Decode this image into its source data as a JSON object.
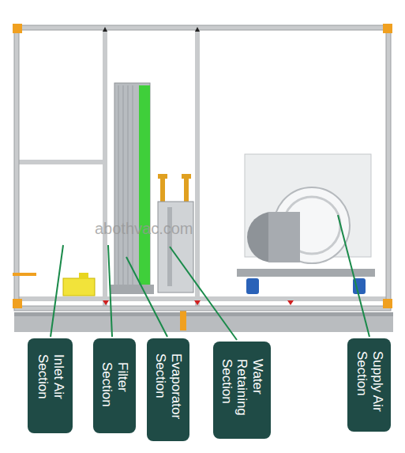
{
  "diagram": {
    "nodes": [
      {
        "text": [
          "Inlet Air Section"
        ]
      },
      {
        "text": [
          "Filter Section"
        ]
      },
      {
        "text": [
          "Evaporator Section"
        ]
      },
      {
        "text": [
          "Water Retaining Section"
        ]
      },
      {
        "text": [
          "Supply Air Section"
        ]
      }
    ],
    "edges": [],
    "labels": [
      "abothvac.com"
    ]
  }
}
